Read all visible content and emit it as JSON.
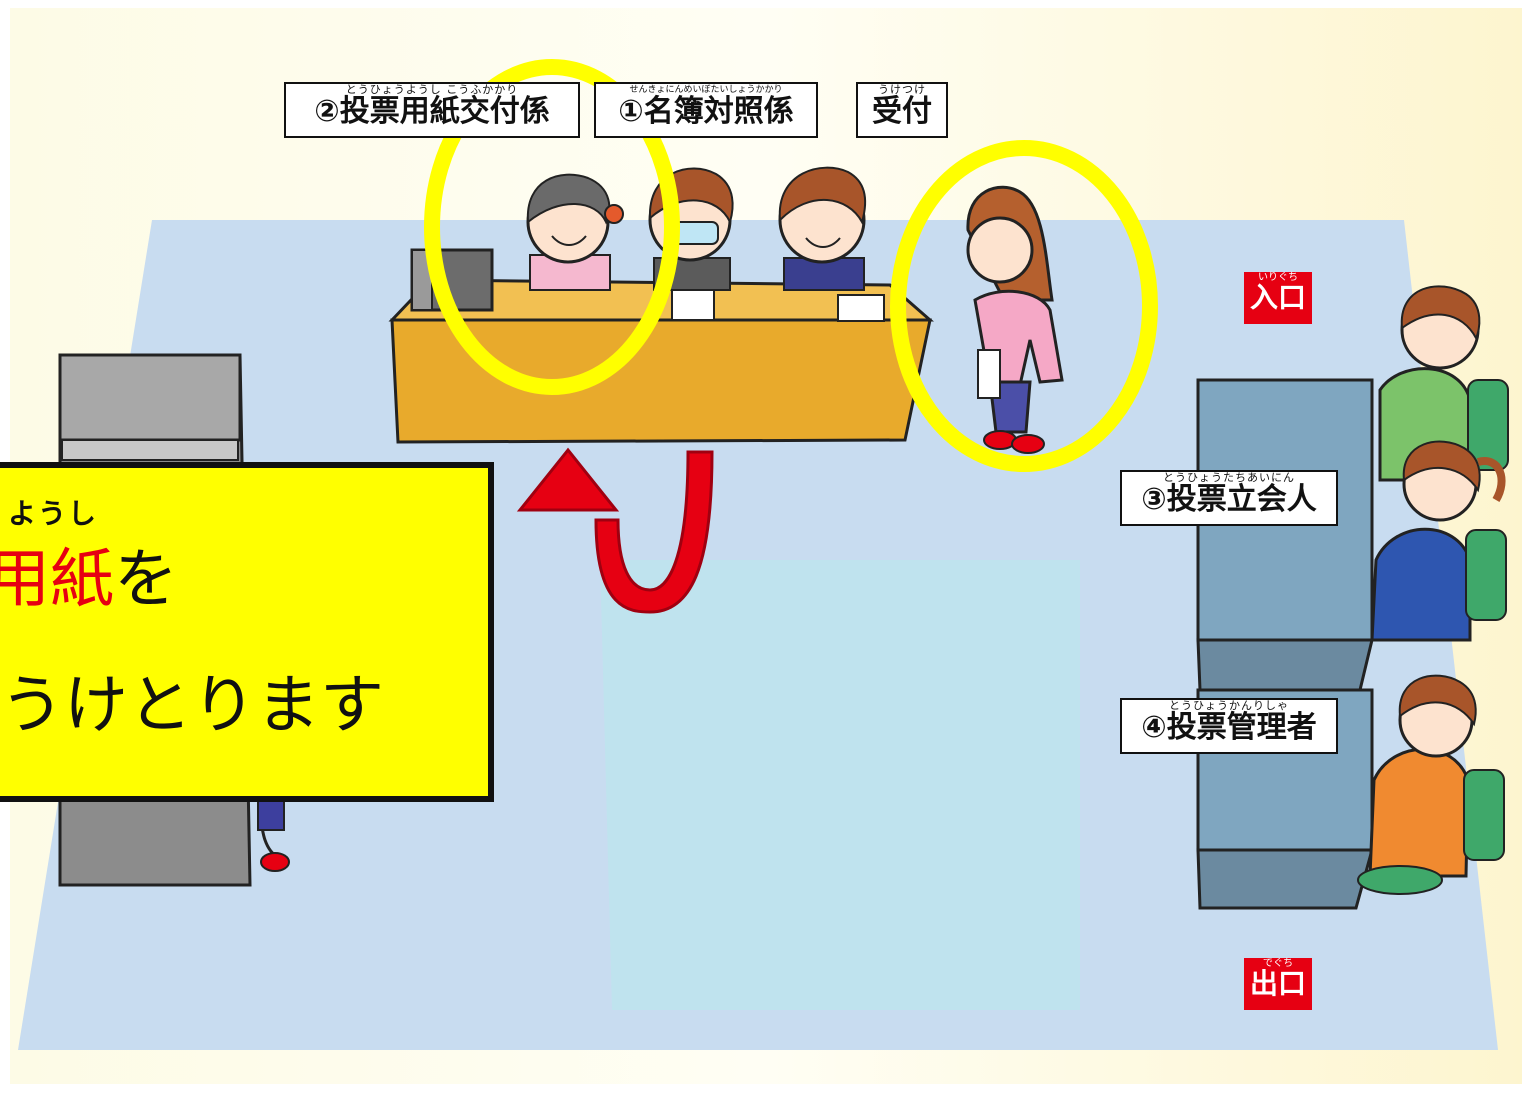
{
  "stations": {
    "ballot_paper": {
      "ruby": "とうひょうようし こうふかかり",
      "label": "②投票用紙交付係"
    },
    "register_check": {
      "ruby": "せんきょにんめいぼたいしょうかかり",
      "label": "①名簿対照係"
    },
    "reception": {
      "ruby": "うけつけ",
      "label": "受付"
    },
    "witness": {
      "ruby": "とうひょうたちあいにん",
      "label": "③投票立会人"
    },
    "manager": {
      "ruby": "とうひょうかんりしゃ",
      "label": "④投票管理者"
    }
  },
  "signs": {
    "entrance": {
      "ruby": "いりぐち",
      "label": "入口"
    },
    "exit": {
      "ruby": "でぐち",
      "label": "出口"
    }
  },
  "callout": {
    "ruby": "ようし",
    "line1_highlight": "用紙",
    "line1_rest": "を",
    "line2": "うけとります"
  },
  "colors": {
    "highlight_ring": "#ffff00",
    "sign_red": "#e60012",
    "callout_bg": "#ffff00",
    "arrow_red": "#e60012"
  }
}
